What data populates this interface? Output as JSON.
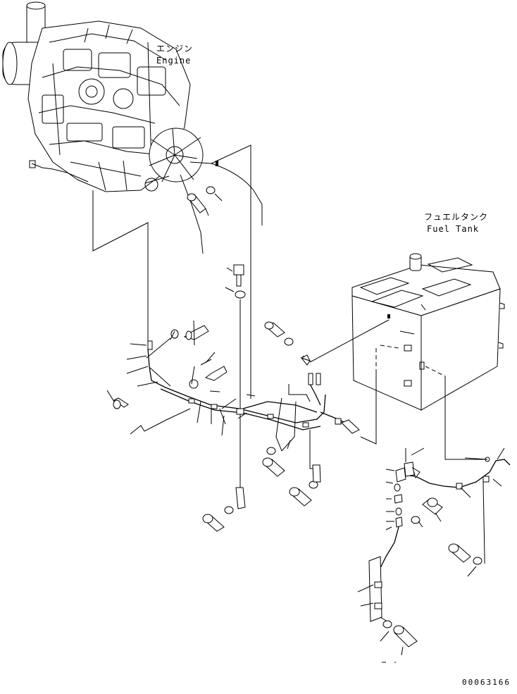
{
  "labels": {
    "engine_jp": "エンジン",
    "engine_en": "Engine",
    "fuel_tank_jp": "フュエルタンク",
    "fuel_tank_en": "Fuel Tank",
    "drawing_number": "00063166"
  }
}
